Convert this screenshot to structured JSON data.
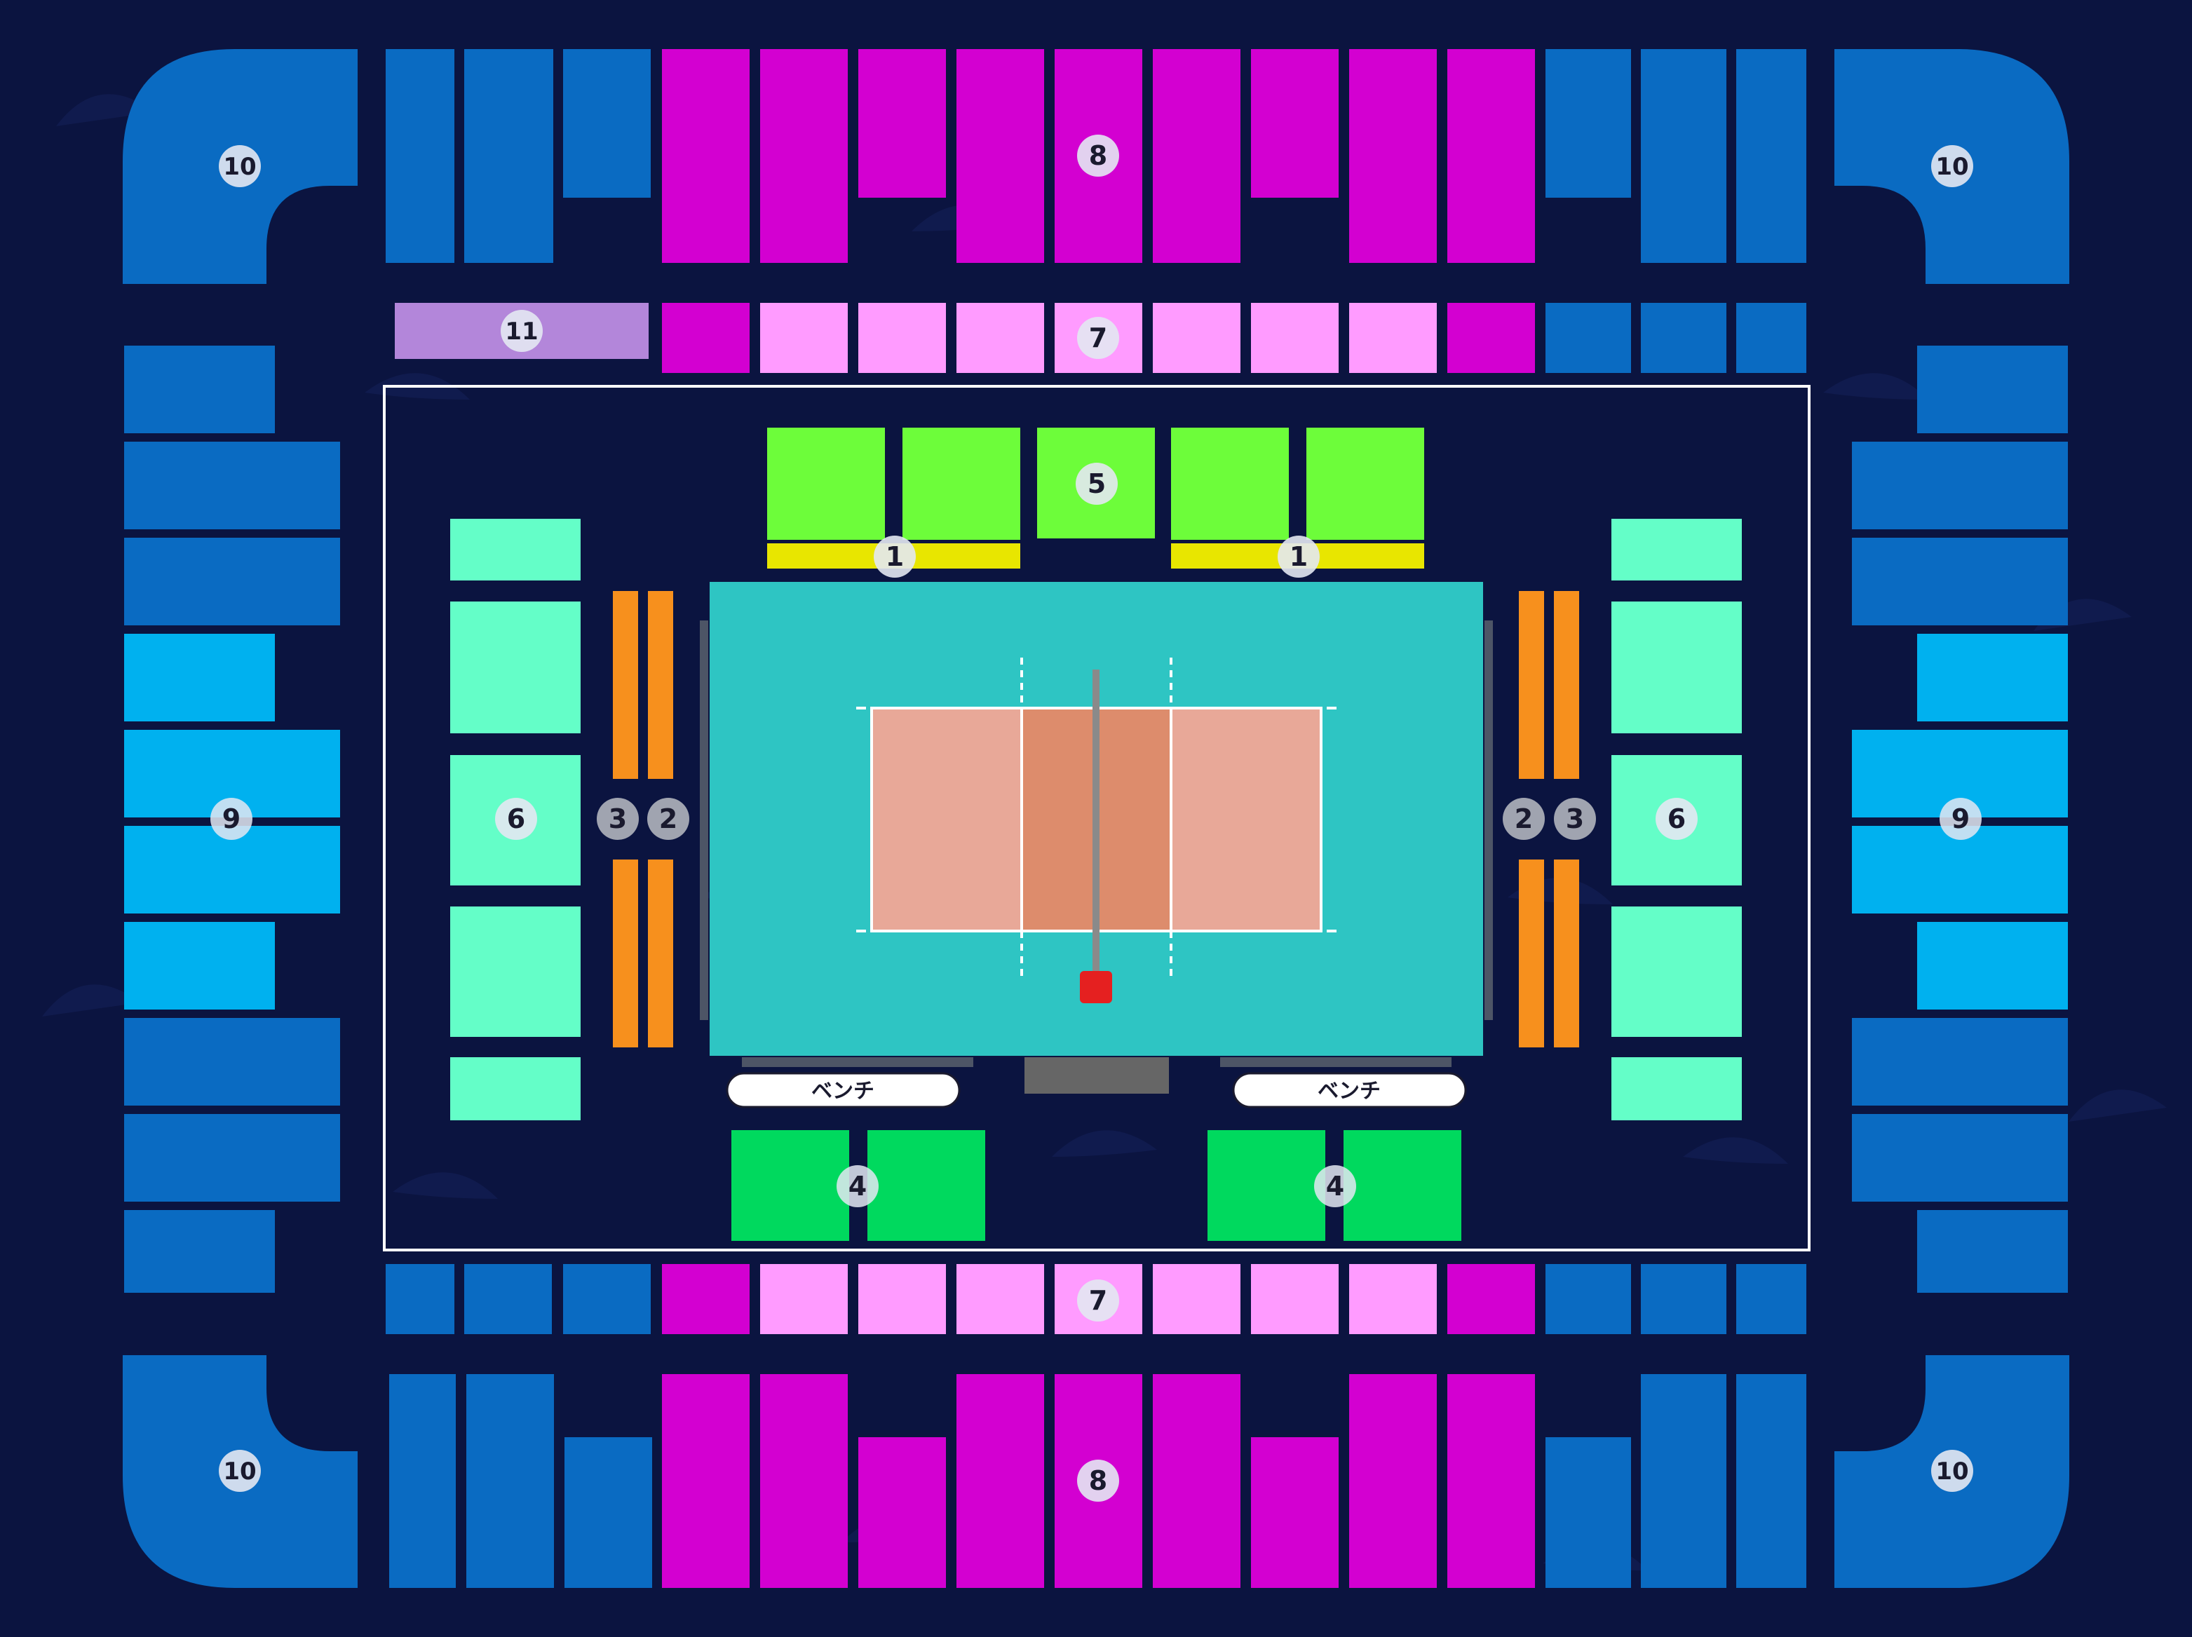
{
  "colors": {
    "background": "#0b1440",
    "pattern": "#15215a",
    "block_blue_dark": "#0a6bc2",
    "block_blue_light": "#00b1ef",
    "magenta": "#d300d1",
    "pink": "#ff9bff",
    "lavender": "#b386da",
    "lime": "#6dfd3a",
    "yellow": "#e8e600",
    "mint": "#64fec8",
    "orange": "#f7901d",
    "green": "#00d95e",
    "court_surround": "#2ec5c3",
    "court_back": "#e8a898",
    "court_front": "#dd8c6c",
    "net_post": "#e52020",
    "grey_badge": "#a0a4b0",
    "white_badge": "#e3e8f2"
  },
  "sections": {
    "s1": "1",
    "s2": "2",
    "s3": "3",
    "s4": "4",
    "s5": "5",
    "s6": "6",
    "s7": "7",
    "s8": "8",
    "s9": "9",
    "s10": "10",
    "s11": "11"
  },
  "bench_label": "ベンチ"
}
